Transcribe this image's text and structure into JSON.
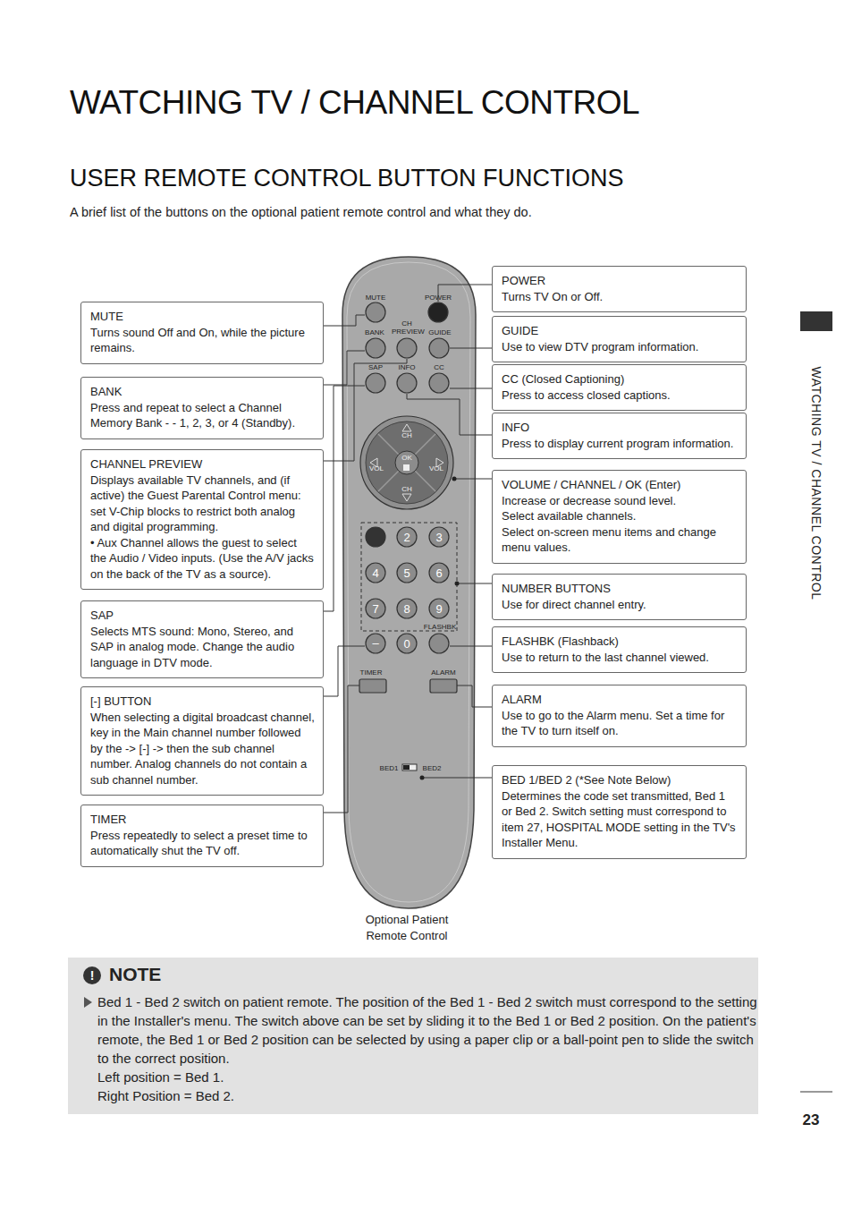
{
  "diagram": {
    "title": "WATCHING TV / CHANNEL CONTROL",
    "nodes": [
      {
        "text": [
          "MUTE",
          "Turns sound Off and On, while the picture remains."
        ]
      },
      {
        "text": [
          "BANK",
          "Press and repeat to select a Channel Memory Bank - - 1, 2, 3, or 4 (Standby)."
        ]
      },
      {
        "text": [
          "CHANNEL PREVIEW",
          "Displays available TV channels, and (if active) the Guest Parental Control menu: set V-Chip blocks to restrict both analog and digital programming.",
          "• Aux Channel allows the guest to select the Audio / Video inputs. (Use the A/V jacks on the back of the TV as a source)."
        ]
      },
      {
        "text": [
          "SAP",
          "Selects MTS sound: Mono, Stereo, and SAP in analog mode. Change the audio language in DTV mode."
        ]
      },
      {
        "text": [
          "[-] BUTTON",
          "When selecting a digital broadcast channel, key in the Main channel number followed by the -> [-] -> then the sub channel number. Analog channels do not contain a sub channel number."
        ]
      },
      {
        "text": [
          "TIMER",
          "Press repeatedly to select a preset time to automatically shut the TV off."
        ]
      },
      {
        "text": [
          "POWER",
          "Turns TV On or Off."
        ]
      },
      {
        "text": [
          "GUIDE",
          "Use to view DTV program information."
        ]
      },
      {
        "text": [
          "CC (Closed Captioning)",
          "Press to access closed captions."
        ]
      },
      {
        "text": [
          "INFO",
          "Press to display current program information."
        ]
      },
      {
        "text": [
          "VOLUME / CHANNEL / OK (Enter)",
          "Increase or decrease sound level.",
          "Select available channels.",
          "Select on-screen menu items and change menu values."
        ]
      },
      {
        "text": [
          "NUMBER BUTTONS",
          "Use for direct channel entry."
        ]
      },
      {
        "text": [
          "FLASHBK (Flashback)",
          "Use to return to the last channel viewed."
        ]
      },
      {
        "text": [
          "ALARM",
          "Use to go to the Alarm menu. Set a time for the TV to turn itself on."
        ]
      },
      {
        "text": [
          "BED 1/BED 2 (*See Note Below)",
          "Determines the code set transmitted, Bed 1 or Bed 2. Switch setting must correspond to item 27, HOSPITAL MODE setting in the TV's Installer Menu."
        ]
      },
      {
        "text": [
          "NOTE",
          "Bed 1 - Bed 2 switch on patient remote. The position of the Bed 1 - Bed 2 switch must correspond to the setting in the Installer's menu. The switch above can be set by sliding it to the Bed 1 or Bed 2 position. On the patient's remote, the Bed 1 or Bed 2 position can be selected by using a paper clip or a ball-point pen to slide the switch to the correct position.",
          "Left position = Bed 1.",
          "Right Position = Bed 2."
        ]
      }
    ],
    "labels": [
      "USER REMOTE CONTROL BUTTON FUNCTIONS",
      "A brief list of the buttons on the optional patient remote control and what they do.",
      "WATCHING TV / CHANNEL CONTROL",
      "23",
      "MUTE",
      "POWER",
      "CH PREVIEW",
      "BANK",
      "GUIDE",
      "SAP",
      "INFO",
      "CC",
      "CH",
      "VOL",
      "OK",
      "VOL",
      "CH",
      "2",
      "3",
      "4",
      "5",
      "6",
      "7",
      "8",
      "9",
      "–",
      "0",
      "FLASHBK",
      "TIMER",
      "ALARM",
      "BED1",
      "BED2",
      "Optional Patient Remote Control",
      "!"
    ]
  }
}
